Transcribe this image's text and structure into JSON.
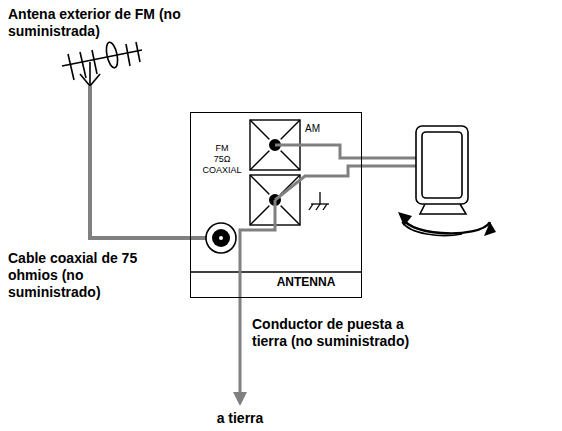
{
  "diagram": {
    "nodes": [
      {
        "text": [
          "FM 75Ω COAXIAL",
          "AM",
          "ANTENNA"
        ]
      }
    ],
    "labels": [
      "Antena exterior de FM (no suministrada)",
      "Cable coaxial de 75 ohmios (no suministrado)",
      "Conductor de puesta a tierra (no suministrado)",
      "a tierra"
    ]
  }
}
